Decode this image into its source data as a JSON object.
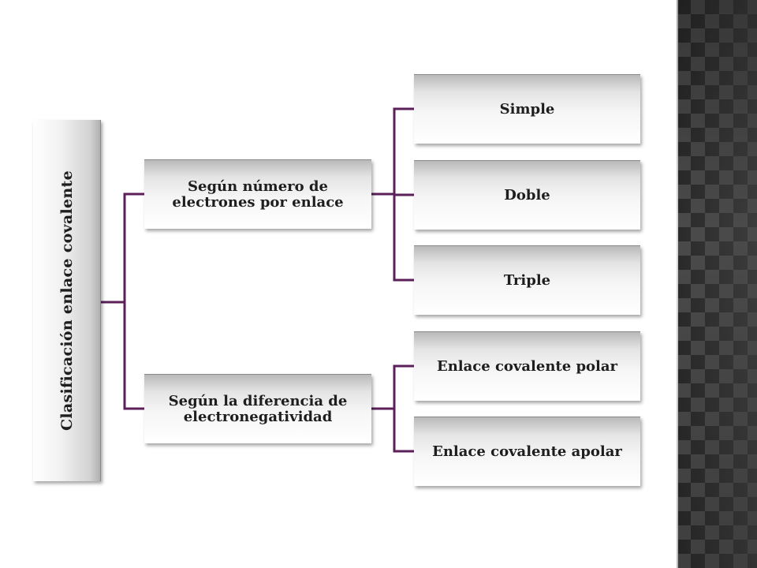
{
  "diagram": {
    "root": {
      "label": "Clasificación enlace covalente"
    },
    "groups": [
      {
        "label": "Según número de electrones por enlace",
        "children": [
          {
            "label": "Simple"
          },
          {
            "label": "Doble"
          },
          {
            "label": "Triple"
          }
        ]
      },
      {
        "label": "Según la diferencia de electronegatividad",
        "children": [
          {
            "label": "Enlace covalente polar"
          },
          {
            "label": "Enlace covalente apolar"
          }
        ]
      }
    ],
    "colors": {
      "connector": "#5b1f5a",
      "text": "#1e1e1e",
      "box_gradient_top": "#b9b9b9",
      "box_gradient_bottom": "#ffffff",
      "side_strip": "#3a3a3a"
    }
  }
}
